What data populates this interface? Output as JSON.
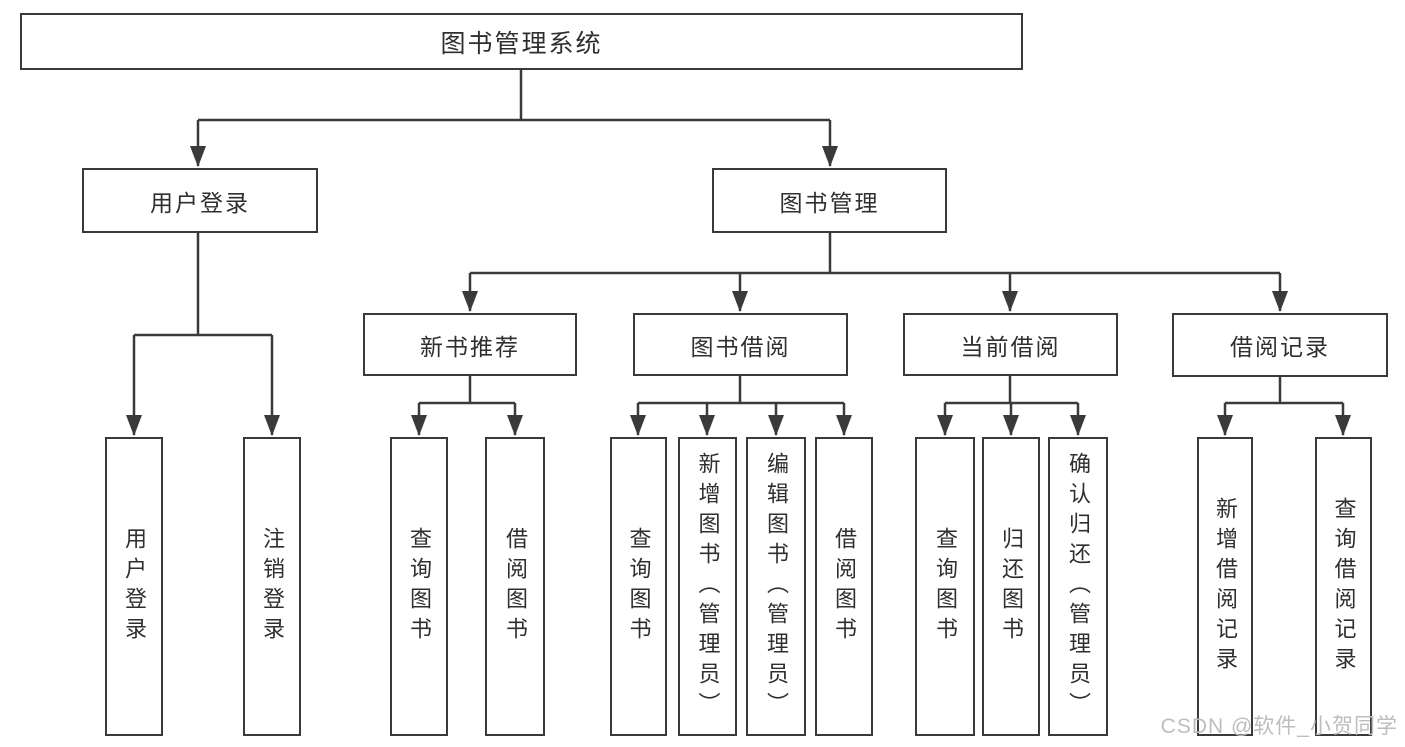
{
  "tree": {
    "root": {
      "label": "图书管理系统"
    },
    "children": [
      {
        "label": "用户登录",
        "children": [
          {
            "label": "用户登录"
          },
          {
            "label": "注销登录"
          }
        ]
      },
      {
        "label": "图书管理",
        "children": [
          {
            "label": "新书推荐",
            "children": [
              {
                "label": "查询图书"
              },
              {
                "label": "借阅图书"
              }
            ]
          },
          {
            "label": "图书借阅",
            "children": [
              {
                "label": "查询图书"
              },
              {
                "label": "新增图书（管理员）"
              },
              {
                "label": "编辑图书（管理员）"
              },
              {
                "label": "借阅图书"
              }
            ]
          },
          {
            "label": "当前借阅",
            "children": [
              {
                "label": "查询图书"
              },
              {
                "label": "归还图书"
              },
              {
                "label": "确认归还（管理员）"
              }
            ]
          },
          {
            "label": "借阅记录",
            "children": [
              {
                "label": "新增借阅记录"
              },
              {
                "label": "查询借阅记录"
              }
            ]
          }
        ]
      }
    ]
  },
  "watermark": {
    "text": "CSDN @软件_小贺同学"
  },
  "colors": {
    "line": "#3a3a3a",
    "box_border": "#3a3a3a",
    "text": "#2f2f2f",
    "watermark": "#bdbdbd",
    "background": "#ffffff"
  }
}
